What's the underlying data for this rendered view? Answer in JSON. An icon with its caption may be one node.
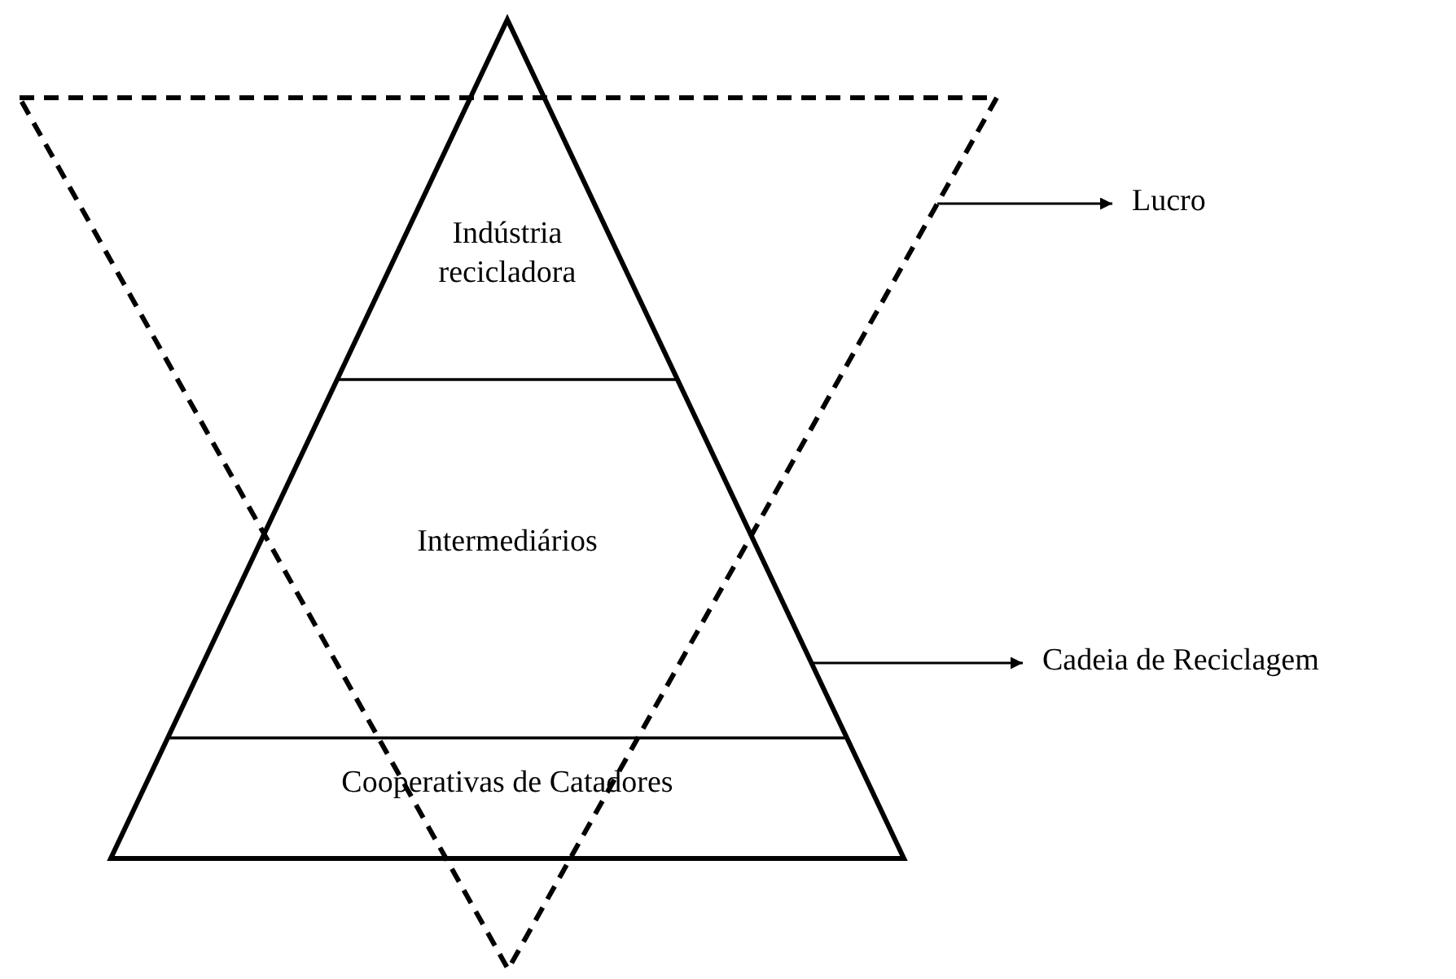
{
  "diagram": {
    "nodes": [
      {
        "text": [],
        "shape": "triangle"
      },
      {
        "text": [],
        "shape": "triangle"
      },
      {
        "text": [
          "Indústria recicladora"
        ],
        "in": 1
      },
      {
        "text": [
          "Intermediários"
        ],
        "in": 1
      },
      {
        "text": [
          "Cooperativas de Catadores"
        ],
        "in": 1
      },
      {
        "text": [
          "Lucro"
        ]
      },
      {
        "text": [
          "Cadeia de Reciclagem"
        ]
      }
    ],
    "edges": [
      {
        "from": 0,
        "to": 5,
        "arrow": "to"
      },
      {
        "from": 1,
        "to": 6,
        "arrow": "to"
      }
    ]
  }
}
